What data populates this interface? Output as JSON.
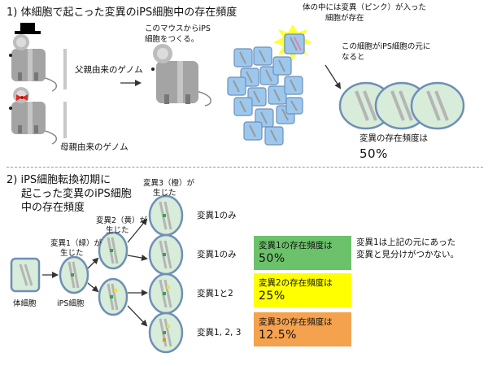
{
  "section1": {
    "title": "1)  体細胞で起こった変異のiPS細胞中の存在頻度",
    "paternal_genome": "父親由来のゲノム",
    "maternal_genome": "母親由来のゲノム",
    "mouse_note": [
      "このマウスからiPS",
      "細胞をつくる。"
    ],
    "pink_note": [
      "体の中には変異（ピンク）が入った",
      "細胞が存在"
    ],
    "origin_note": [
      "この細胞がiPS細胞の元に",
      "なると"
    ],
    "freq_label": "変異の存在頻度は",
    "freq_value": "50%"
  },
  "section2": {
    "title": [
      "2)  iPS細胞転換初期に",
      "起こった変異のiPS細胞",
      "中の存在頻度"
    ],
    "somatic_label": "体細胞",
    "ips_label": "iPS細胞",
    "mut1_note": [
      "変異1（緑）が",
      "生じた"
    ],
    "mut2_note": [
      "変異2（黄）が",
      "生じた"
    ],
    "mut3_note": [
      "変異3（橙）が",
      "生じた"
    ],
    "outcomes": [
      "変異1のみ",
      "変異1のみ",
      "変異1と2",
      "変異1, 2, 3"
    ],
    "boxes": [
      {
        "label": "変異1の存在頻度は",
        "value": "50%",
        "color": "#6cc26b"
      },
      {
        "label": "変異2の存在頻度は",
        "value": "25%",
        "color": "#ffff00"
      },
      {
        "label": "変異3の存在頻度は",
        "value": "12.5%",
        "color": "#f5a24f"
      }
    ],
    "side_note": [
      "変異1は上記の元にあった",
      "変異と見分けがつかない。"
    ]
  },
  "colors": {
    "cell_fill": "#d7ecd9",
    "cell_border": "#6f8fb8",
    "square_fill": "#9cc8ee",
    "chromosome": "#a8a8a8",
    "mutation_green": "#2fa84f",
    "mutation_yellow": "#f2e21a",
    "mutation_orange": "#f08a1a",
    "pink": "#f07ab0"
  }
}
